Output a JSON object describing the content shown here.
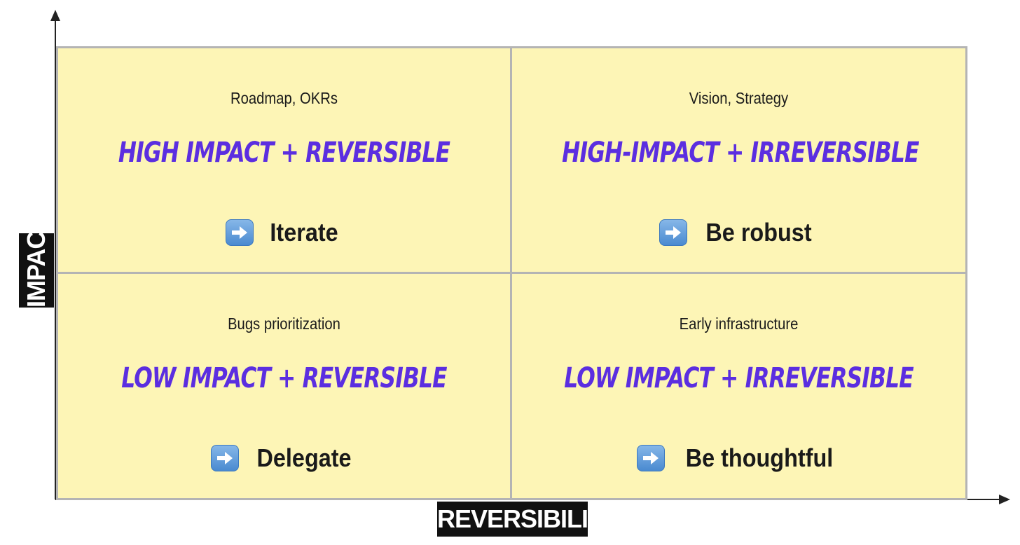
{
  "axes": {
    "x_label": "REVERSIBILITY",
    "y_label": "IMPACT"
  },
  "quadrants": {
    "top_left": {
      "example": "Roadmap, OKRs",
      "heading": "HIGH IMPACT + REVERSIBLE",
      "action": "Iterate",
      "icon": "right-arrow-icon"
    },
    "top_right": {
      "example": "Vision, Strategy",
      "heading": "HIGH-IMPACT + IRREVERSIBLE",
      "action": "Be robust",
      "icon": "right-arrow-icon"
    },
    "bottom_left": {
      "example": "Bugs prioritization",
      "heading": "LOW IMPACT + REVERSIBLE",
      "action": "Delegate",
      "icon": "right-arrow-icon"
    },
    "bottom_right": {
      "example": "Early infrastructure",
      "heading": "LOW IMPACT + IRREVERSIBLE",
      "action": "Be thoughtful",
      "icon": "right-arrow-icon"
    }
  },
  "colors": {
    "cell_fill": "#fdf5b6",
    "cell_border": "#b4b4b4",
    "heading": "#5b2ee0",
    "axis_label_bg": "#111111"
  }
}
